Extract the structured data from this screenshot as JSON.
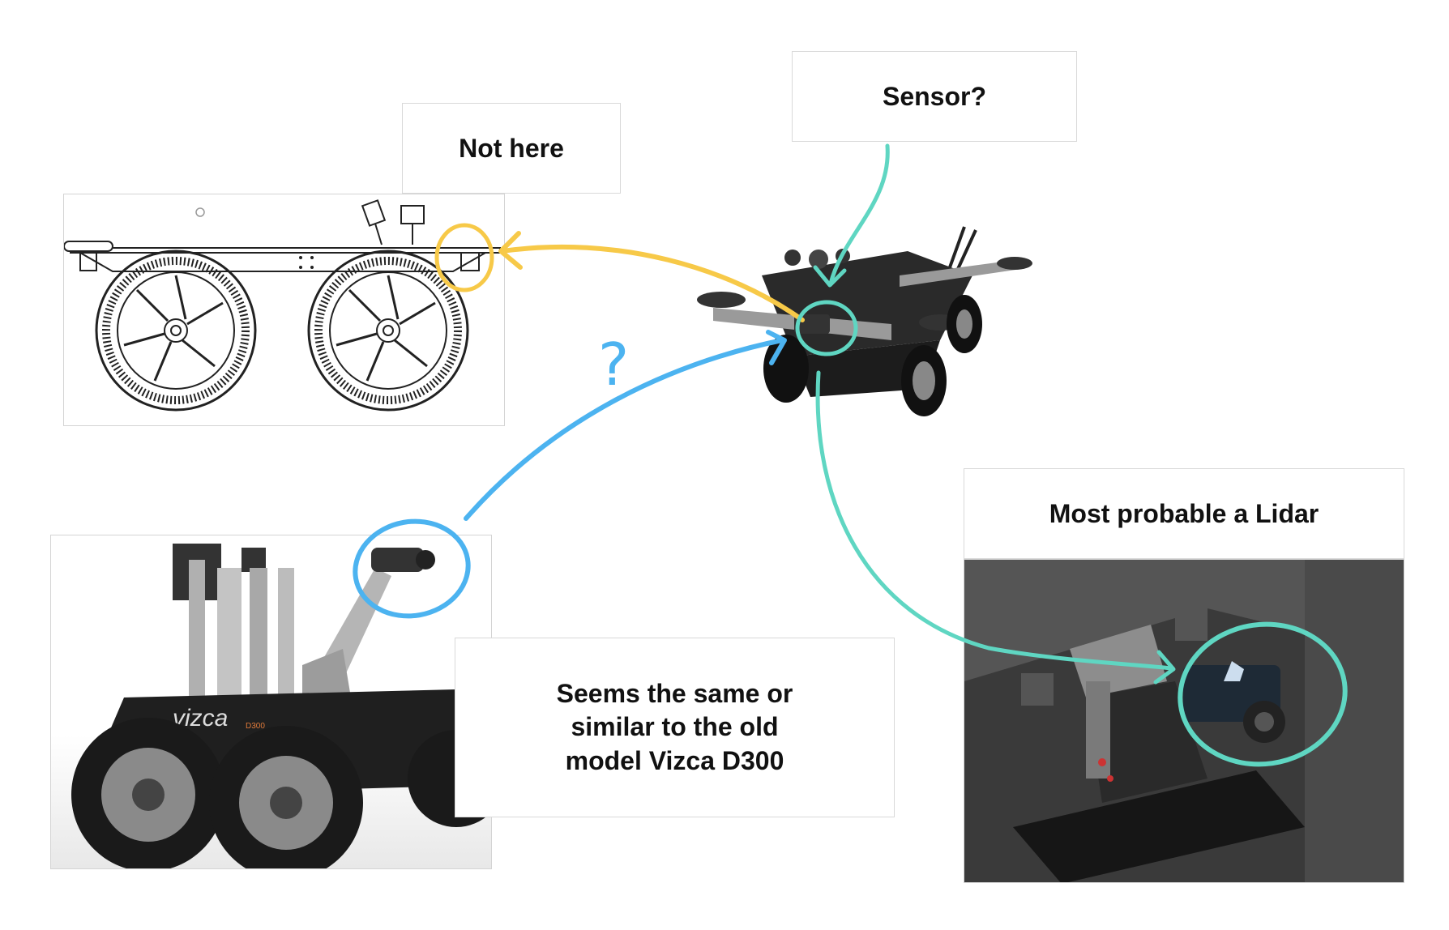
{
  "labels": {
    "not_here": "Not here",
    "sensor": "Sensor?",
    "lidar": "Most probable a Lidar",
    "vizca_line1": "Seems the same or",
    "vizca_line2": "similar to the old",
    "vizca_line3": "model Vizca D300",
    "question": "?"
  },
  "photo_text": {
    "brand": "vizca",
    "model": "D300"
  },
  "colors": {
    "yellow": "#f7c948",
    "blue": "#4cb3f0",
    "teal": "#5fd6c2",
    "dark": "#1c1c1c"
  }
}
